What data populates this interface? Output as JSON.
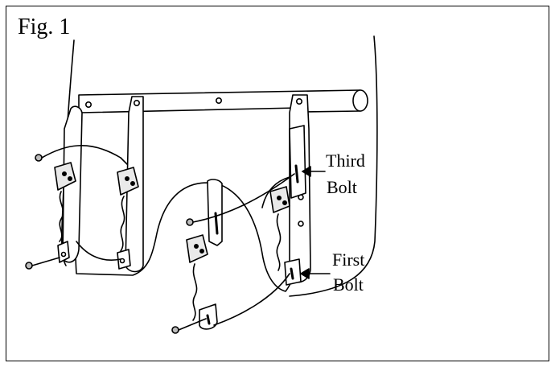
{
  "figure": {
    "title": "Fig. 1",
    "callouts": [
      {
        "id": "third-bolt",
        "line1": "Third",
        "line2": "Bolt"
      },
      {
        "id": "first-bolt",
        "line1": "First",
        "line2": "Bolt"
      }
    ]
  },
  "colors": {
    "ink": "#000000",
    "paper": "#ffffff",
    "hardware_fill": "#e9e9e9"
  }
}
